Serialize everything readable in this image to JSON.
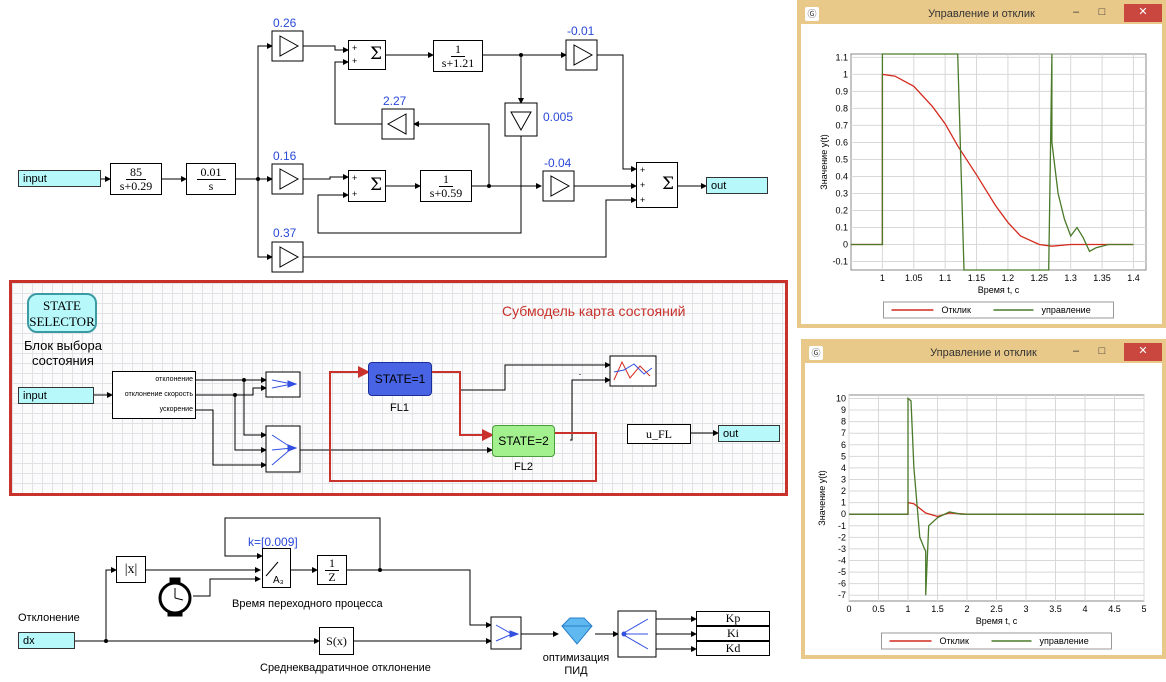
{
  "top_diagram": {
    "input_label": "input",
    "output_label": "out",
    "tf1": {
      "num": "85",
      "den": "s+0.29"
    },
    "tf2": {
      "num": "0.01",
      "den": "s"
    },
    "tf3": {
      "num": "1",
      "den": "s+1.21"
    },
    "tf4": {
      "num": "1",
      "den": "s+0.59"
    },
    "gains": {
      "g1": "0.26",
      "g2": "0.16",
      "g3": "0.37",
      "g4": "-0.01",
      "g5": "-0.04",
      "g6": "2.27",
      "g7": "0.005"
    },
    "sum_symbol": "Σ",
    "plus": "+"
  },
  "submodel": {
    "title": "Субмодель карта состояний",
    "selector_line1": "STATE",
    "selector_line2": "SELECTOR",
    "selector_caption_line1": "Блок выбора",
    "selector_caption_line2": "состояния",
    "input_label": "input",
    "demux_out1": "отклонение",
    "demux_out2": "отклонение скорость",
    "demux_out3": "ускорение",
    "state1": "STATE=1",
    "state1_caption": "FL1",
    "state2": "STATE=2",
    "state2_caption": "FL2",
    "ufl_label": "u_FL",
    "output_label": "out"
  },
  "bottom_diagram": {
    "abs_label": "|x|",
    "k_label": "k=[0.009]",
    "integrator_num": "1",
    "integrator_den": "Z",
    "a3_label": "A₃",
    "timer_caption": "Время переходного процесса",
    "dev_caption": "Отклонение",
    "dx_label": "dx",
    "sx_label": "S(x)",
    "rms_caption": "Среднеквадратичное отклонение",
    "opt_caption_line1": "оптимизация",
    "opt_caption_line2": "ПИД",
    "kp": "Kp",
    "ki": "Ki",
    "kd": "Kd"
  },
  "window1": {
    "title": "Управление и отклик",
    "minimize": "–",
    "maximize": "□",
    "close": "✕",
    "ylabel": "Значение y(t)",
    "xlabel": "Время t, с",
    "legend1": "Отклик",
    "legend2": "управление"
  },
  "window2": {
    "title": "Управление и отклик",
    "minimize": "–",
    "maximize": "□",
    "close": "✕",
    "ylabel": "Значение y(t)",
    "xlabel": "Время t, с",
    "legend1": "Отклик",
    "legend2": "управление"
  },
  "chart_data": [
    {
      "type": "line",
      "xlabel": "Время t, с",
      "ylabel": "Значение y(t)",
      "xlim": [
        0.95,
        1.42
      ],
      "ylim": [
        -0.15,
        1.12
      ],
      "xticks": [
        "1",
        "1.05",
        "1.1",
        "1.15",
        "1.2",
        "1.25",
        "1.3",
        "1.35",
        "1.4"
      ],
      "yticks": [
        "-0.1",
        "0",
        "0.1",
        "0.2",
        "0.3",
        "0.4",
        "0.5",
        "0.6",
        "0.7",
        "0.8",
        "0.9",
        "1",
        "1.1"
      ],
      "grid": true,
      "legend_position": "bottom",
      "series": [
        {
          "name": "Отклик",
          "color": "#d42a1e",
          "x": [
            0.95,
            1.0,
            1.0,
            1.02,
            1.05,
            1.08,
            1.1,
            1.12,
            1.15,
            1.18,
            1.2,
            1.22,
            1.25,
            1.27,
            1.3,
            1.35,
            1.4
          ],
          "y": [
            0,
            0,
            1.0,
            0.99,
            0.93,
            0.81,
            0.71,
            0.58,
            0.41,
            0.23,
            0.13,
            0.05,
            0.0,
            -0.01,
            0,
            0,
            0
          ]
        },
        {
          "name": "управление",
          "color": "#4a7a2a",
          "x": [
            0.95,
            1.0,
            1.0,
            1.12,
            1.13,
            1.13,
            1.265,
            1.27,
            1.27,
            1.28,
            1.29,
            1.3,
            1.31,
            1.32,
            1.33,
            1.34,
            1.36,
            1.4
          ],
          "y": [
            0,
            0,
            1.12,
            1.12,
            -0.15,
            -0.15,
            -0.15,
            1.12,
            0.6,
            0.3,
            0.15,
            0.05,
            0.1,
            0.04,
            -0.04,
            -0.02,
            0,
            0
          ]
        }
      ]
    },
    {
      "type": "line",
      "xlabel": "Время t, с",
      "ylabel": "Значение y(t)",
      "xlim": [
        0,
        5
      ],
      "ylim": [
        -7.5,
        10.3
      ],
      "xticks": [
        "0",
        "0.5",
        "1",
        "1.5",
        "2",
        "2.5",
        "3",
        "3.5",
        "4",
        "4.5",
        "5"
      ],
      "yticks": [
        "-7",
        "-6",
        "-5",
        "-4",
        "-3",
        "-2",
        "-1",
        "0",
        "1",
        "2",
        "3",
        "4",
        "5",
        "6",
        "7",
        "8",
        "9",
        "10"
      ],
      "grid": true,
      "legend_position": "bottom",
      "series": [
        {
          "name": "Отклик",
          "color": "#d42a1e",
          "x": [
            0,
            1.0,
            1.0,
            1.1,
            1.3,
            1.5,
            1.7,
            2.0,
            5
          ],
          "y": [
            0,
            0,
            1.0,
            0.9,
            0.1,
            -0.2,
            0.1,
            0,
            0
          ]
        },
        {
          "name": "управление",
          "color": "#4a7a2a",
          "x": [
            0,
            1.0,
            1.0,
            1.05,
            1.1,
            1.2,
            1.28,
            1.3,
            1.3,
            1.35,
            1.5,
            1.7,
            1.9,
            5
          ],
          "y": [
            0,
            0,
            10,
            9.8,
            4,
            -2,
            -3,
            -3.2,
            -7,
            -1,
            -0.3,
            0.2,
            0,
            0
          ]
        }
      ]
    }
  ]
}
